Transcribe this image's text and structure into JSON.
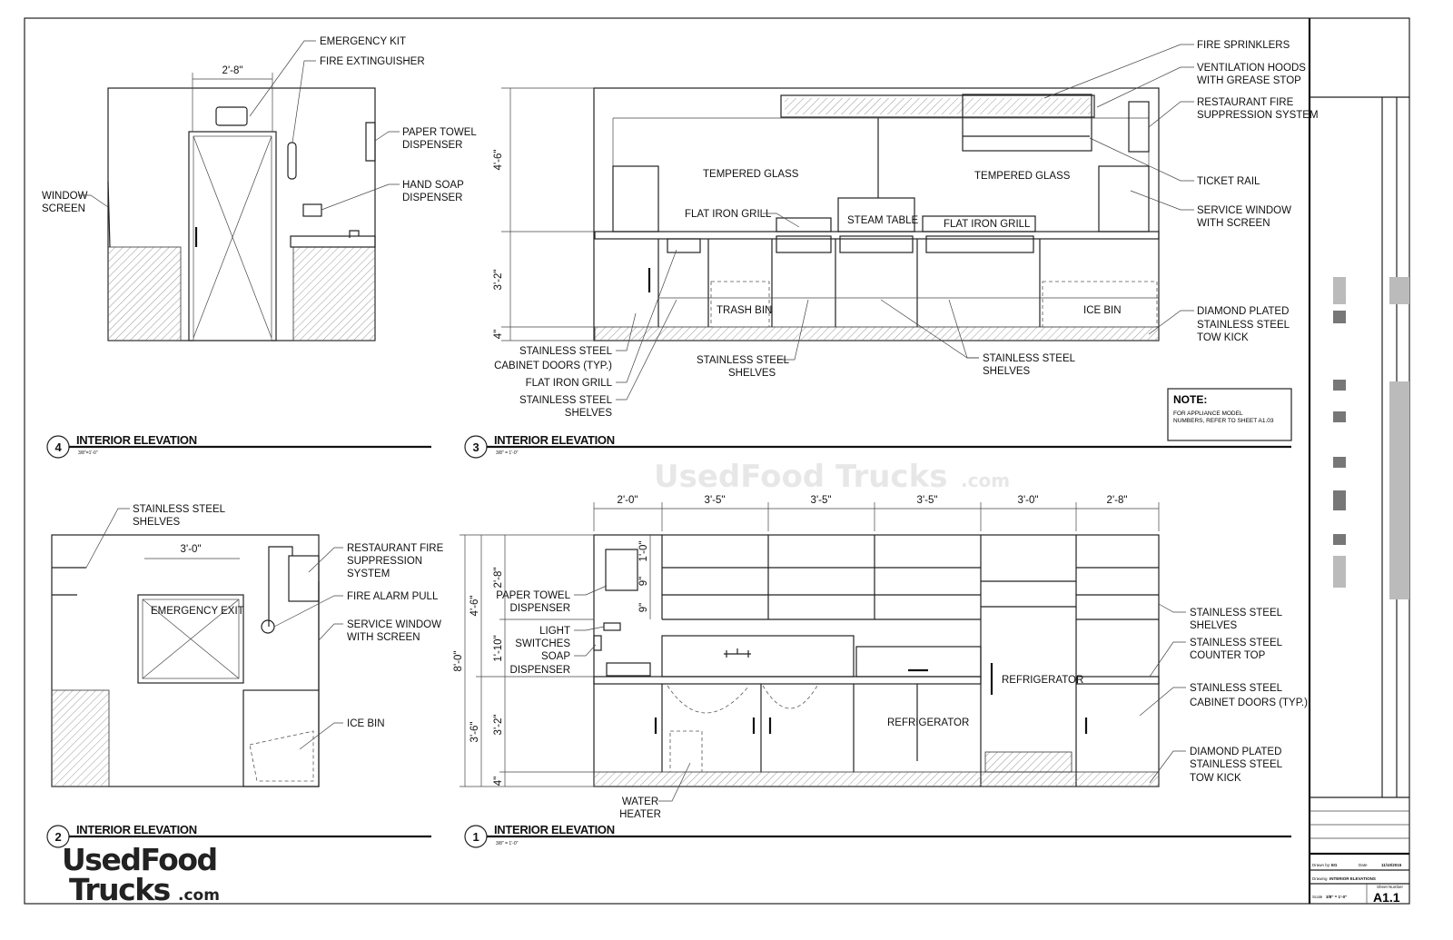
{
  "sheet": {
    "drawn_by_label": "Drawn by:",
    "drawn_by": "EG",
    "date_label": "Date",
    "date": "11/10/2015",
    "drawing_label": "Drawing",
    "drawing": "INTERIOR ELEVATIONS",
    "sheet_number_label": "Sheet Number",
    "sheet_number": "A1.1",
    "scale_label": "Scale",
    "scale": "3/8\" = 1'-0\""
  },
  "watermark": {
    "line1": "UsedFood",
    "line2": "Trucks",
    "suffix": ".com"
  },
  "logo": {
    "line1": "UsedFood",
    "line2": "Trucks",
    "suffix": ".com"
  },
  "note": {
    "title": "NOTE:",
    "line1": "FOR APPLIANCE MODEL",
    "line2": "NUMBERS, REFER TO SHEET A1.03"
  },
  "views": {
    "v4": {
      "number": "4",
      "title": "INTERIOR ELEVATION",
      "scale": "3/8\"=1'-0\"",
      "dim_door": "2'-8\"",
      "emergency_kit": "EMERGENCY KIT",
      "fire_extinguisher": "FIRE EXTINGUISHER",
      "paper_towel": [
        "PAPER TOWEL",
        "DISPENSER"
      ],
      "hand_soap": [
        "HAND SOAP",
        "DISPENSER"
      ],
      "window_screen": [
        "WINDOW",
        "SCREEN"
      ]
    },
    "v3": {
      "number": "3",
      "title": "INTERIOR ELEVATION",
      "scale": "3/8\" = 1'-0\"",
      "dims": [
        "4'-6\"",
        "3'-2\"",
        "4\""
      ],
      "tempered_glass_left": "TEMPERED GLASS",
      "tempered_glass_right": "TEMPERED GLASS",
      "flat_iron_grill_left": "FLAT IRON GRILL",
      "steam_table": "STEAM TABLE",
      "flat_iron_grill_right": "FLAT IRON GRILL",
      "trash_bin": "TRASH BIN",
      "ice_bin": "ICE BIN",
      "fire_sprinklers": "FIRE SPRINKLERS",
      "ventilation": [
        "VENTILATION HOODS",
        "WITH GREASE STOP"
      ],
      "fire_suppression": [
        "RESTAURANT FIRE",
        "SUPPRESSION SYSTEM"
      ],
      "ticket_rail": "TICKET RAIL",
      "service_window": [
        "SERVICE WINDOW",
        "WITH SCREEN"
      ],
      "tow_kick": [
        "DIAMOND PLATED",
        "STAINLESS STEEL",
        "TOW KICK"
      ],
      "cabinet_doors": [
        "STAINLESS STEEL",
        "CABINET DOORS (TYP.)"
      ],
      "flat_iron_grill_callout": "FLAT IRON GRILL",
      "shelves_left": [
        "STAINLESS STEEL",
        "SHELVES"
      ],
      "shelves_mid": [
        "STAINLESS STEEL",
        "SHELVES"
      ],
      "shelves_right": [
        "STAINLESS STEEL",
        "SHELVES"
      ]
    },
    "v2": {
      "number": "2",
      "title": "INTERIOR ELEVATION",
      "shelves": [
        "STAINLESS STEEL",
        "SHELVES"
      ],
      "dim_exit": "3'-0\"",
      "emergency_exit": "EMERGENCY EXIT",
      "fire_suppression": [
        "RESTAURANT FIRE",
        "SUPPRESSION",
        "SYSTEM"
      ],
      "fire_alarm": "FIRE ALARM PULL",
      "service_window": [
        "SERVICE WINDOW",
        "WITH SCREEN"
      ],
      "ice_bin": "ICE BIN"
    },
    "v1": {
      "number": "1",
      "title": "INTERIOR ELEVATION",
      "scale": "3/8\" = 1'-0\"",
      "top_dims": [
        "2'-0\"",
        "3'-5\"",
        "3'-5\"",
        "3'-5\"",
        "3'-0\"",
        "2'-8\""
      ],
      "dim_total": "8'-0\"",
      "dim_upper": "4'-6\"",
      "dim_lower": "3'-6\"",
      "dim_shelves": "2'-8\"",
      "dim_backsplash": "1'-10\"",
      "dim_cabinet": "3'-2\"",
      "dim_kick": "4\"",
      "dim_shelf_spacing": [
        "1'-0\"",
        "9\"",
        "9\""
      ],
      "paper_towel": [
        "PAPER TOWEL",
        "DISPENSER"
      ],
      "light_switches": [
        "LIGHT",
        "SWITCHES"
      ],
      "soap": [
        "SOAP",
        "DISPENSER"
      ],
      "refrigerator_tall": "REFRIGERATOR",
      "refrigerator_under": "REFRIGERATOR",
      "water_heater": [
        "WATER",
        "HEATER"
      ],
      "shelves": [
        "STAINLESS STEEL",
        "SHELVES"
      ],
      "counter_top": [
        "STAINLESS STEEL",
        "COUNTER TOP"
      ],
      "cabinet_doors": [
        "STAINLESS STEEL",
        "CABINET DOORS (TYP.)"
      ],
      "tow_kick": [
        "DIAMOND PLATED",
        "STAINLESS STEEL",
        "TOW KICK"
      ]
    }
  }
}
